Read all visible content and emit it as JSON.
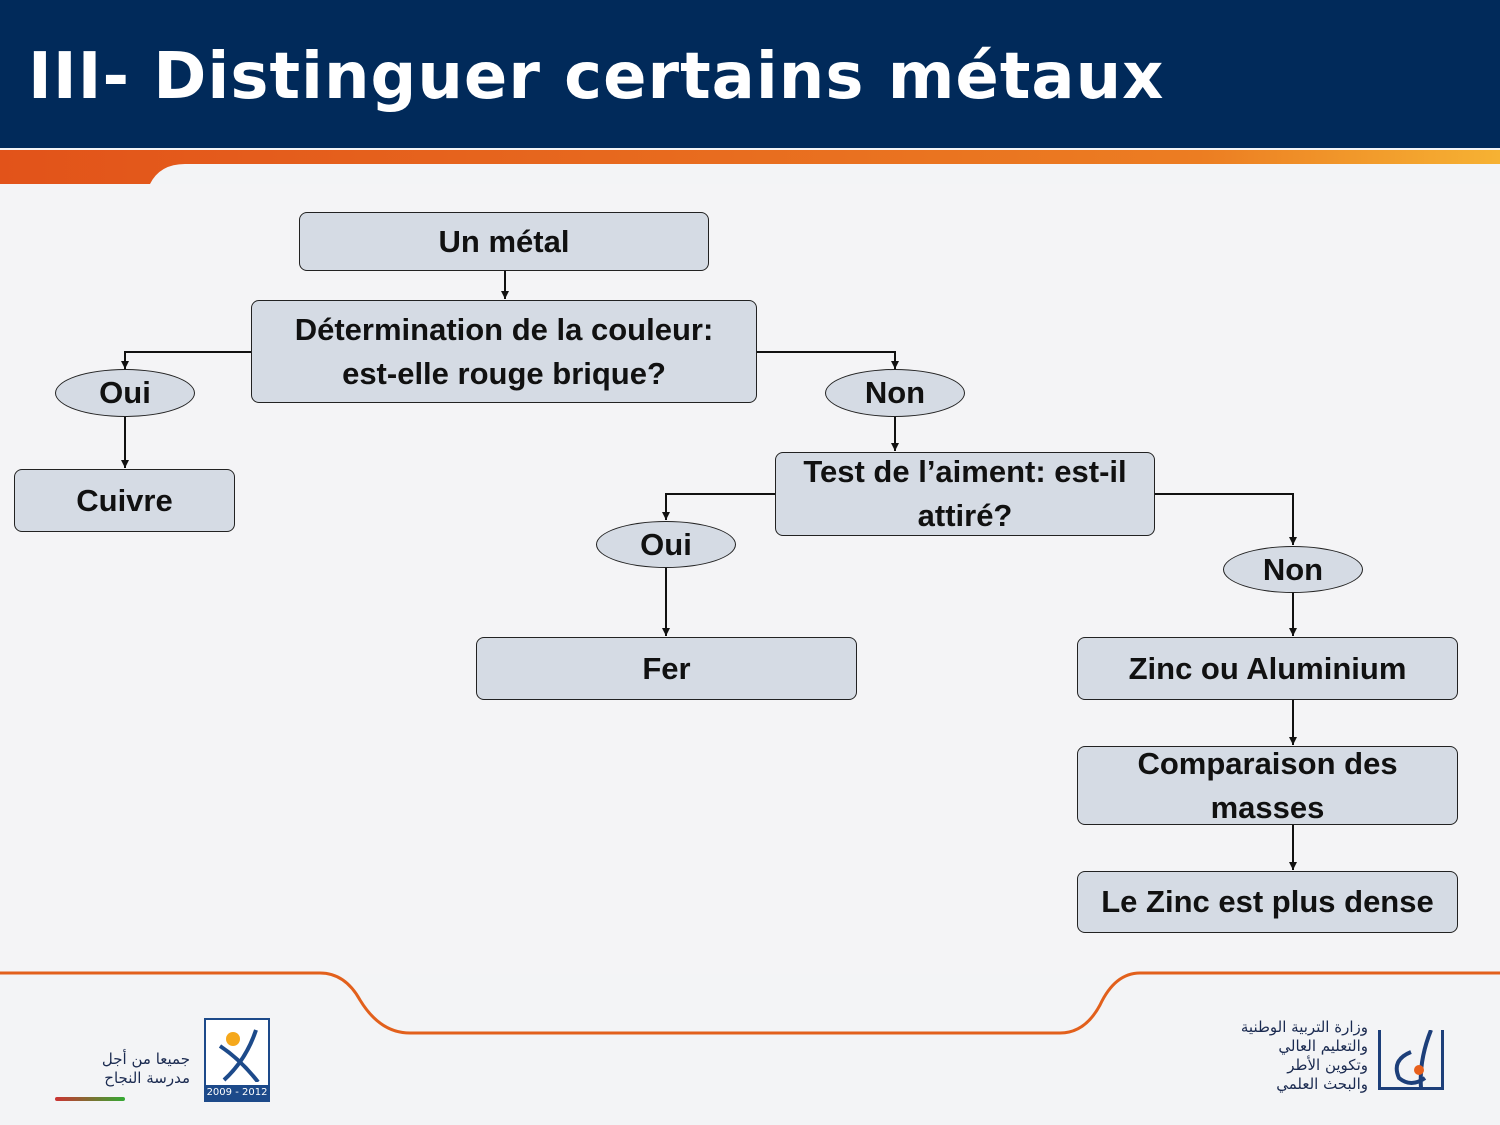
{
  "slide": {
    "title": "III- Distinguer certains métaux"
  },
  "flowchart": {
    "start": "Un métal",
    "q_color": "Détermination de la couleur: est-elle rouge brique?",
    "oui_1": "Oui",
    "non_1": "Non",
    "cuivre": "Cuivre",
    "q_magnet": "Test de l’aiment: est-il attiré?",
    "oui_2": "Oui",
    "non_2": "Non",
    "fer": "Fer",
    "zinc_alu": "Zinc ou Aluminium",
    "compare": "Comparaison des masses",
    "result": "Le Zinc est plus dense"
  },
  "footer": {
    "left_logo_text": [
      "جميعا من أجل",
      "مدرسة النجاح"
    ],
    "left_logo_years": "2009 - 2012",
    "right_logo_text": [
      "وزارة التربية الوطنية",
      "والتعليم العالي",
      "وتكوين الأطر",
      "والبحث العلمي"
    ]
  },
  "colors": {
    "header": "#012a5a",
    "accent": "#e8601c",
    "box": "#d5dbe4"
  }
}
